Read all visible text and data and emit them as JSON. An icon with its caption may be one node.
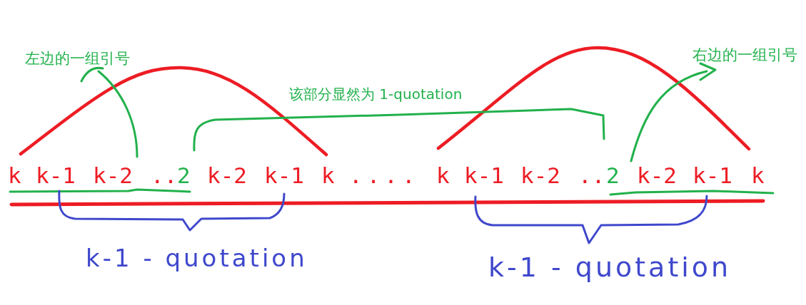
{
  "diagram": {
    "nodes": [
      {
        "text": [
          "左边的一组引号"
        ]
      },
      {
        "text": [
          "右边的一组引号"
        ]
      }
    ],
    "edges": [
      {
        "from": null,
        "to": 0,
        "arrow": "none"
      },
      {
        "from": null,
        "to": 1,
        "arrow": "to"
      }
    ],
    "labels": [
      "该部分显然为 1-quotation",
      "k",
      "k-1",
      "k-2",
      "..",
      "2",
      "k-2",
      "k-1",
      "k",
      "....",
      "k",
      "k-1",
      "k-2",
      "..",
      "2",
      "k-2",
      "k-1",
      "k",
      "k-1 - quotation",
      "k-1 - quotation"
    ]
  }
}
